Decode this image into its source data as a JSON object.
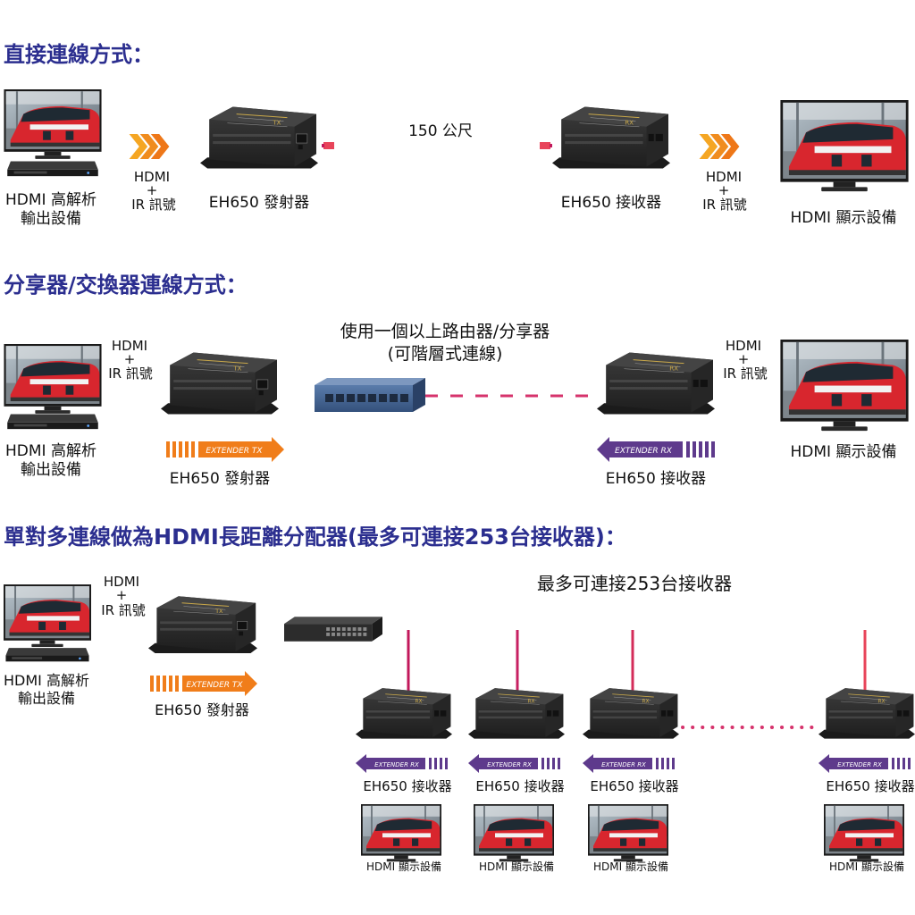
{
  "colors": {
    "heading": "#2b2e8f",
    "cable_start": "#c2185b",
    "cable_end": "#e8445a",
    "tx_arrow": "#f07d1a",
    "rx_arrow": "#5e3a8c",
    "device_body": "#2b2b2b",
    "switch_blue": "#3f5f8f",
    "switch_dark": "#333333"
  },
  "icons": {
    "source": "set-top-box-with-tv-icon",
    "display": "tv-monitor-icon",
    "transmitter": "extender-tx-icon",
    "receiver": "extender-rx-icon",
    "switch": "network-switch-icon"
  },
  "section1": {
    "heading": "直接連線方式：",
    "source_label_1": "HDMI 高解析",
    "source_label_2": "輸出設備",
    "signal_left_1": "HDMI",
    "signal_left_2": "+",
    "signal_left_3": "IR 訊號",
    "tx_label": "EH650 發射器",
    "distance": "150 公尺",
    "rx_label": "EH650 接收器",
    "signal_right_1": "HDMI",
    "signal_right_2": "+",
    "signal_right_3": "IR 訊號",
    "display_label": "HDMI 顯示設備"
  },
  "section2": {
    "heading": "分享器/交換器連線方式：",
    "router_note_1": "使用一個以上路由器/分享器",
    "router_note_2": "(可階層式連線)",
    "signal_left_1": "HDMI",
    "signal_left_2": "+",
    "signal_left_3": "IR 訊號",
    "signal_right_1": "HDMI",
    "signal_right_2": "+",
    "signal_right_3": "IR 訊號",
    "source_label_1": "HDMI 高解析",
    "source_label_2": "輸出設備",
    "tx_badge": "EXTENDER TX",
    "rx_badge": "EXTENDER RX",
    "tx_label": "EH650 發射器",
    "rx_label": "EH650 接收器",
    "display_label": "HDMI 顯示設備"
  },
  "section3": {
    "heading": "單對多連線做為HDMI長距離分配器(最多可連接253台接收器)：",
    "signal_1": "HDMI",
    "signal_2": "+",
    "signal_3": "IR 訊號",
    "max_note": "最多可連接253台接收器",
    "source_label_1": "HDMI 高解析",
    "source_label_2": "輸出設備",
    "tx_badge": "EXTENDER TX",
    "tx_label": "EH650 發射器",
    "receivers": [
      {
        "badge": "EXTENDER RX",
        "label": "EH650 接收器",
        "display": "HDMI 顯示設備"
      },
      {
        "badge": "EXTENDER RX",
        "label": "EH650 接收器",
        "display": "HDMI 顯示設備"
      },
      {
        "badge": "EXTENDER RX",
        "label": "EH650 接收器",
        "display": "HDMI 顯示設備"
      },
      {
        "badge": "EXTENDER RX",
        "label": "EH650 接收器",
        "display": "HDMI 顯示設備"
      }
    ]
  }
}
